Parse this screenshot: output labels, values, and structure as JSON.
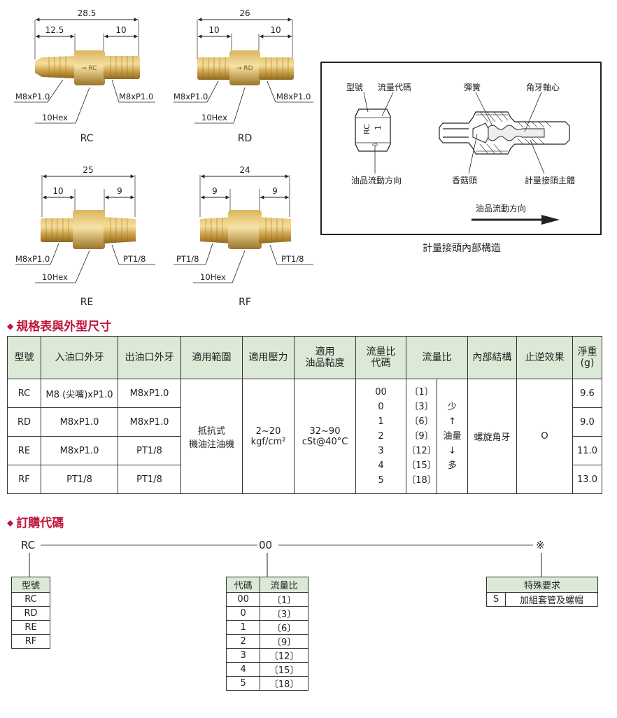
{
  "fittings": [
    {
      "model": "RC",
      "dim_total": "28.5",
      "dim_left": "12.5",
      "dim_right": "10",
      "thread_left": "M8xP1.0",
      "thread_right": "M8xP1.0",
      "hex": "10Hex"
    },
    {
      "model": "RD",
      "dim_total": "26",
      "dim_left": "10",
      "dim_right": "10",
      "thread_left": "M8xP1.0",
      "thread_right": "M8xP1.0",
      "hex": "10Hex"
    },
    {
      "model": "RE",
      "dim_total": "25",
      "dim_left": "10",
      "dim_right": "9",
      "thread_left": "M8xP1.0",
      "thread_right": "PT1/8",
      "hex": "10Hex"
    },
    {
      "model": "RF",
      "dim_total": "24",
      "dim_left": "9",
      "dim_right": "9",
      "thread_left": "PT1/8",
      "thread_right": "PT1/8",
      "hex": "10Hex"
    }
  ],
  "internal": {
    "label_model": "型號",
    "label_flowcode": "流量代碼",
    "label_spring": "彈簧",
    "label_shaft": "角牙軸心",
    "label_direction": "油品流動方向",
    "label_mushroom": "香菇頭",
    "label_body": "計量接頭主體",
    "label_flow_arrow": "油品流動方向",
    "marking_model": "RC",
    "marking_code": "1",
    "caption": "計量接頭內部構造"
  },
  "spec_section_title": "規格表與外型尺寸",
  "spec_table": {
    "headers": [
      "型號",
      "入油口外牙",
      "出油口外牙",
      "適用範圍",
      "適用壓力",
      "適用 油品黏度",
      "流量比 代碼",
      "流量比",
      "內部結構",
      "止逆效果",
      "淨重 (g)"
    ],
    "header_lines": {
      "viscosity": [
        "適用",
        "油品黏度"
      ],
      "flowcode": [
        "流量比",
        "代碼"
      ],
      "weight": [
        "淨重",
        "(g)"
      ]
    },
    "rows": [
      {
        "model": "RC",
        "inlet": "M8 (尖嘴)xP1.0",
        "outlet": "M8xP1.0",
        "weight": "9.6"
      },
      {
        "model": "RD",
        "inlet": "M8xP1.0",
        "outlet": "M8xP1.0",
        "weight": "9.0"
      },
      {
        "model": "RE",
        "inlet": "M8xP1.0",
        "outlet": "PT1/8",
        "weight": "11.0"
      },
      {
        "model": "RF",
        "inlet": "PT1/8",
        "outlet": "PT1/8",
        "weight": "13.0"
      }
    ],
    "range_lines": [
      "抵抗式",
      "機油注油機"
    ],
    "pressure_lines": [
      "2~20",
      "kgf/cm²"
    ],
    "viscosity_lines": [
      "32~90",
      "cSt@40°C"
    ],
    "flow_codes": [
      "00",
      "0",
      "1",
      "2",
      "3",
      "4",
      "5"
    ],
    "flow_ratios": [
      "〔1〕",
      "〔3〕",
      "〔6〕",
      "〔9〕",
      "〔12〕",
      "〔15〕",
      "〔18〕"
    ],
    "flow_indicator": [
      "少",
      "↑",
      "油量",
      "↓",
      "多"
    ],
    "structure": "螺旋角牙",
    "check_effect": "O"
  },
  "order_section_title": "訂購代碼",
  "order": {
    "seg1": "RC",
    "seg2": "00",
    "seg3": "※",
    "model_table": {
      "header": "型號",
      "rows": [
        "RC",
        "RD",
        "RE",
        "RF"
      ]
    },
    "code_table": {
      "headers": [
        "代碼",
        "流量比"
      ],
      "rows": [
        [
          "00",
          "〔1〕"
        ],
        [
          "0",
          "〔3〕"
        ],
        [
          "1",
          "〔6〕"
        ],
        [
          "2",
          "〔9〕"
        ],
        [
          "3",
          "〔12〕"
        ],
        [
          "4",
          "〔15〕"
        ],
        [
          "5",
          "〔18〕"
        ]
      ]
    },
    "special_table": {
      "header": "特殊要求",
      "rows": [
        [
          "S",
          "加組套管及螺帽"
        ]
      ]
    }
  },
  "colors": {
    "accent": "#c0143c",
    "header_bg": "#dce9d7",
    "brass": "#c9a24a"
  }
}
